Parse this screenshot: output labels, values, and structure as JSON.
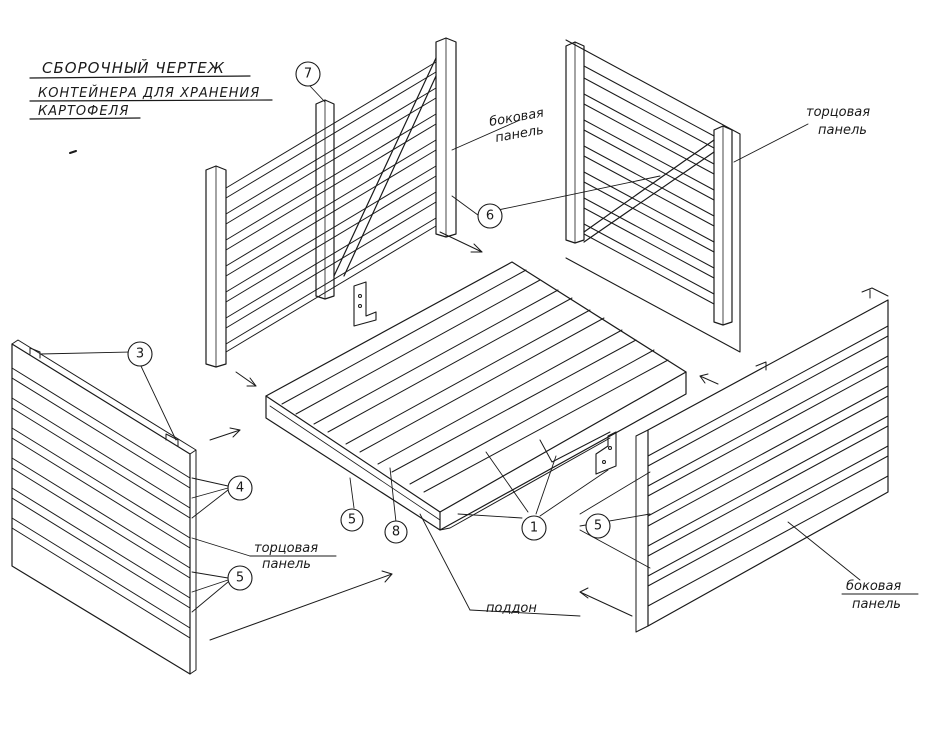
{
  "title": {
    "line1": "СБОРОЧНЫЙ ЧЕРТЕЖ",
    "line2": "КОНТЕЙНЕРА ДЛЯ ХРАНЕНИЯ",
    "line3": "КАРТОФЕЛЯ"
  },
  "labels": {
    "side_panel_top_line1": "боковая",
    "side_panel_top_line2": "панель",
    "end_panel_top_line1": "торцовая",
    "end_panel_top_line2": "панель",
    "end_panel_left_line1": "торцовая",
    "end_panel_left_line2": "панель",
    "side_panel_right_line1": "боковая",
    "side_panel_right_line2": "панель",
    "pallet": "поддон"
  },
  "callouts": {
    "c7": "7",
    "c6": "6",
    "c3": "3",
    "c4": "4",
    "c5_left": "5",
    "c5_bottom": "5",
    "c8": "8",
    "c1": "1",
    "c5_right": "5"
  },
  "colors": {
    "ink": "#1a1a1a",
    "paper": "#ffffff"
  }
}
